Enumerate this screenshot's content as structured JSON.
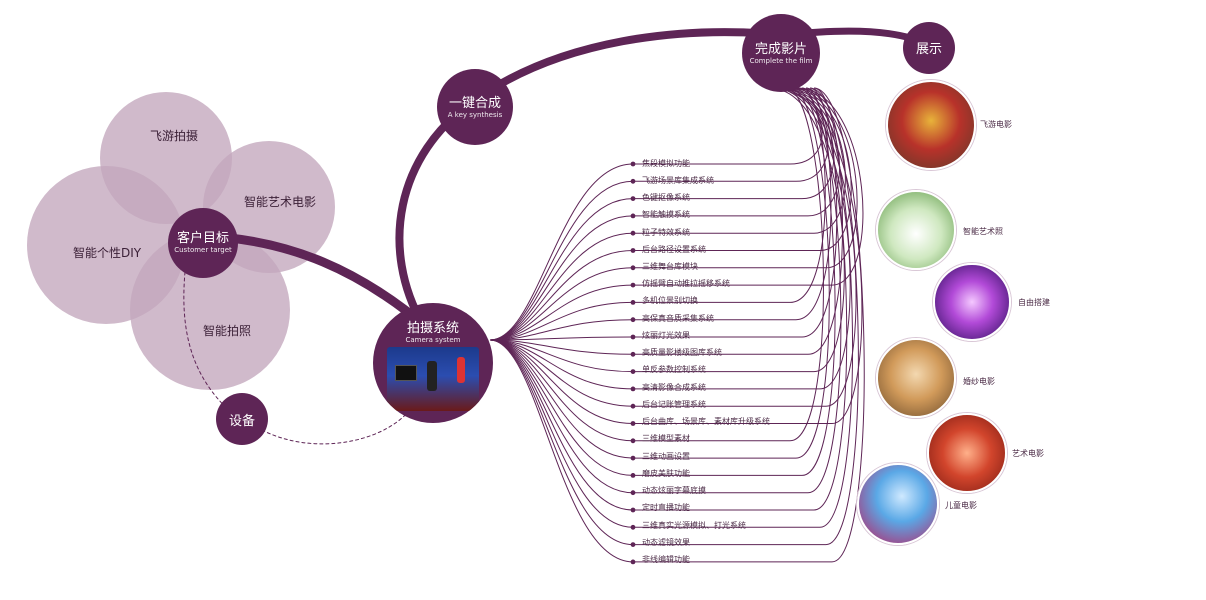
{
  "center": {
    "title": "客户目标",
    "subtitle": "Customer target"
  },
  "petals": [
    "飞游拍摄",
    "智能艺术电影",
    "智能个性DIY",
    "智能拍照"
  ],
  "equipment": {
    "title": "设备"
  },
  "camera_system": {
    "title": "拍摄系统",
    "subtitle": "Camera system"
  },
  "synthesis": {
    "title": "一键合成",
    "subtitle": "A key synthesis"
  },
  "complete": {
    "title": "完成影片",
    "subtitle": "Complete the film"
  },
  "display": {
    "title": "展示"
  },
  "features": [
    "焦段模拟功能",
    "飞游场景库集成系统",
    "色键抠像系统",
    "智能触摸系统",
    "粒子特效系统",
    "后台路径设置系统",
    "三维舞台库模块",
    "仿摇臂自动推拉摇移系统",
    "多机位景别切换",
    "高保真音质采集系统",
    "炫丽灯光效果",
    "高质量影楼级图库系统",
    "单反参数控制系统",
    "高清影像合成系统",
    "后台记账管理系统",
    "后台曲库、场景库、素材库升级系统",
    "三维模型素材",
    "三维动画设置",
    "磨皮美肤功能",
    "动态炫丽字幕底摸",
    "定时直播功能",
    "三维真实光源模拟、打光系统",
    "动态滤镜效果",
    "非线编辑功能"
  ],
  "outputs": [
    "飞游电影",
    "智能艺术照",
    "自由搭建",
    "婚纱电影",
    "艺术电影",
    "儿童电影"
  ],
  "colors": {
    "primary": "#5e2556",
    "petal": "#c3a6bd",
    "overlap": "#9c7394"
  }
}
